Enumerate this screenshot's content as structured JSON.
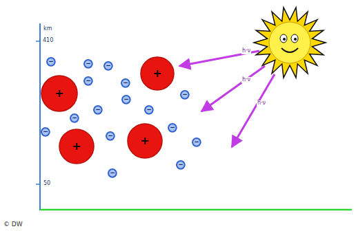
{
  "diagram": {
    "nodes": [
      {
        "text": [
          "−"
        ]
      },
      {
        "text": [
          "−"
        ]
      },
      {
        "text": [
          "−"
        ]
      },
      {
        "text": [
          "+"
        ]
      },
      {
        "text": [
          "−"
        ]
      },
      {
        "text": [
          "−"
        ]
      },
      {
        "text": [
          "+"
        ]
      },
      {
        "text": [
          "−"
        ]
      },
      {
        "text": [
          "−"
        ]
      },
      {
        "text": [
          "−"
        ]
      },
      {
        "text": [
          "−"
        ]
      },
      {
        "text": [
          "−"
        ]
      },
      {
        "text": [
          "−"
        ]
      },
      {
        "text": [
          "−"
        ]
      },
      {
        "text": [
          "−"
        ]
      },
      {
        "text": [
          "+"
        ]
      },
      {
        "text": [
          "−"
        ]
      },
      {
        "text": [
          "+"
        ]
      },
      {
        "text": [
          "−"
        ]
      },
      {
        "text": [
          "−"
        ]
      }
    ],
    "labels": [
      "km",
      "410",
      "50",
      "h·ν",
      "h·ν",
      "h·ν",
      "© DW"
    ]
  }
}
